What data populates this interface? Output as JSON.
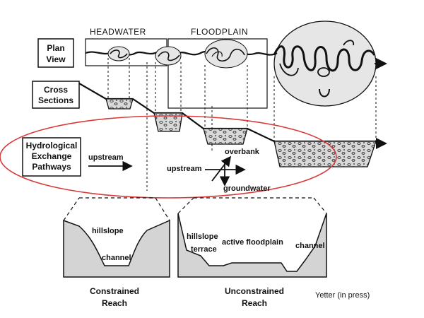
{
  "labels": {
    "headwater": "HEADWATER",
    "floodplain": "FLOODPLAIN",
    "plan_view_line1": "Plan",
    "plan_view_line2": "View",
    "cross_sections_line1": "Cross",
    "cross_sections_line2": "Sections",
    "hep_line1": "Hydrological",
    "hep_line2": "Exchange",
    "hep_line3": "Pathways",
    "upstream_left": "upstream",
    "upstream_mid": "upstream",
    "overbank": "overbank",
    "groundwater": "groundwater",
    "hillslope_left": "hillslope",
    "channel_left": "channel",
    "hillslope_right": "hillslope",
    "terrace": "terrace",
    "active_floodplain": "active floodplain",
    "channel_right": "channel",
    "constrained_line1": "Constrained",
    "constrained_line2": "Reach",
    "unconstrained_line1": "Unconstrained",
    "unconstrained_line2": "Reach",
    "credit": "Yetter (in press)"
  },
  "colors": {
    "ink": "#111111",
    "fill_gray": "#d4d4d4",
    "oval_gray": "#e6e6e6",
    "highlight_red": "#d83a3a"
  }
}
